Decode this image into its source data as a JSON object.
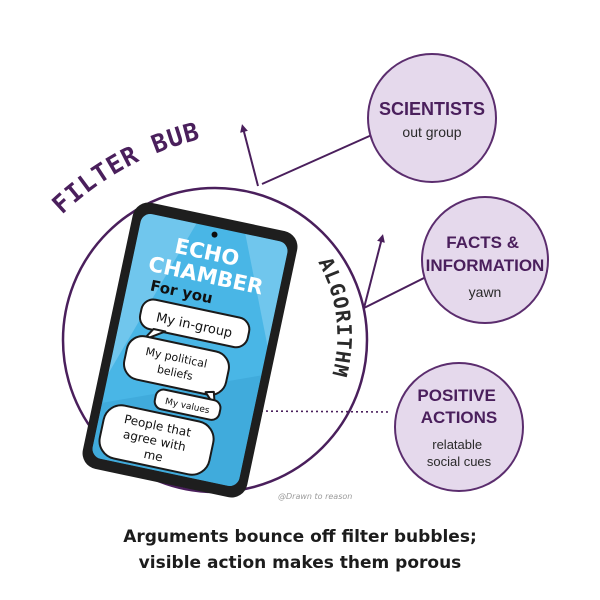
{
  "labels": {
    "filter_bubble": "FILTER BUBBLE",
    "algorithm": "ALGORITHM"
  },
  "phone": {
    "title_line1": "ECHO",
    "title_line2": "CHAMBER",
    "subtitle": "For you",
    "bubbles": [
      {
        "lines": [
          "My in-group"
        ]
      },
      {
        "lines": [
          "My political",
          "beliefs"
        ]
      },
      {
        "lines": [
          "My values"
        ]
      },
      {
        "lines": [
          "People that",
          "agree with",
          "me"
        ]
      }
    ]
  },
  "circles": [
    {
      "title_lines": [
        "SCIENTISTS"
      ],
      "sub_lines": [
        "out group"
      ]
    },
    {
      "title_lines": [
        "FACTS &",
        "INFORMATION"
      ],
      "sub_lines": [
        "yawn"
      ]
    },
    {
      "title_lines": [
        "POSITIVE",
        "ACTIONS"
      ],
      "sub_lines": [
        "relatable",
        "social cues"
      ]
    }
  ],
  "credit": "@Drawn to reason",
  "caption": {
    "line1": "Arguments bounce off filter bubbles;",
    "line2": "visible action makes them porous"
  },
  "colors": {
    "purple": "#4a1f5c",
    "circle_fill": "#e5d9ec",
    "circle_stroke": "#5b2d6e",
    "phone_screen": "#49b6e6",
    "phone_light": "#8fd4f3",
    "phone_body": "#1e1e1e",
    "bubble_fill": "#ffffff"
  }
}
